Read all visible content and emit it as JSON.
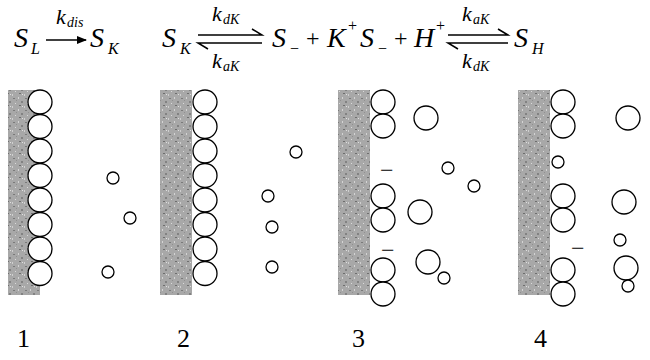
{
  "diagram": {
    "labels": [
      "S",
      "L",
      "S",
      "K",
      "k",
      "dis",
      "S",
      "K",
      "k",
      "dK",
      "k",
      "aK",
      "S",
      "−",
      "+",
      "K",
      "+",
      "S",
      "−",
      "+",
      "H",
      "+",
      "k",
      "aK",
      "k",
      "dK",
      "S",
      "H",
      "−",
      "−",
      "−",
      "1",
      "2",
      "3",
      "4"
    ]
  }
}
